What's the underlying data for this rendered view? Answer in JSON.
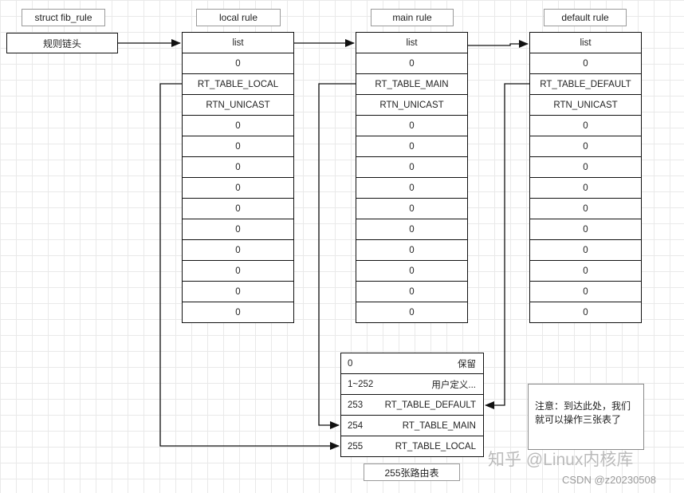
{
  "labels": {
    "struct": "struct fib_rule",
    "local": "local rule",
    "main": "main rule",
    "default": "default rule",
    "chain_head": "规则链头",
    "tables_caption": "255张路由表"
  },
  "rules": [
    {
      "cells": [
        "list",
        "0",
        "RT_TABLE_LOCAL",
        "RTN_UNICAST",
        "0",
        "0",
        "0",
        "0",
        "0",
        "0",
        "0",
        "0",
        "0",
        "0"
      ]
    },
    {
      "cells": [
        "list",
        "0",
        "RT_TABLE_MAIN",
        "RTN_UNICAST",
        "0",
        "0",
        "0",
        "0",
        "0",
        "0",
        "0",
        "0",
        "0",
        "0"
      ]
    },
    {
      "cells": [
        "list",
        "0",
        "RT_TABLE_DEFAULT",
        "RTN_UNICAST",
        "0",
        "0",
        "0",
        "0",
        "0",
        "0",
        "0",
        "0",
        "0",
        "0"
      ]
    }
  ],
  "routing_tables": [
    {
      "id": "0",
      "name": "保留"
    },
    {
      "id": "1~252",
      "name": "用户定义..."
    },
    {
      "id": "253",
      "name": "RT_TABLE_DEFAULT"
    },
    {
      "id": "254",
      "name": "RT_TABLE_MAIN"
    },
    {
      "id": "255",
      "name": "RT_TABLE_LOCAL"
    }
  ],
  "note": "注意：到达此处，我们就可以操作三张表了",
  "watermark": "知乎 @Linux内核库",
  "credit": "CSDN @z20230508"
}
